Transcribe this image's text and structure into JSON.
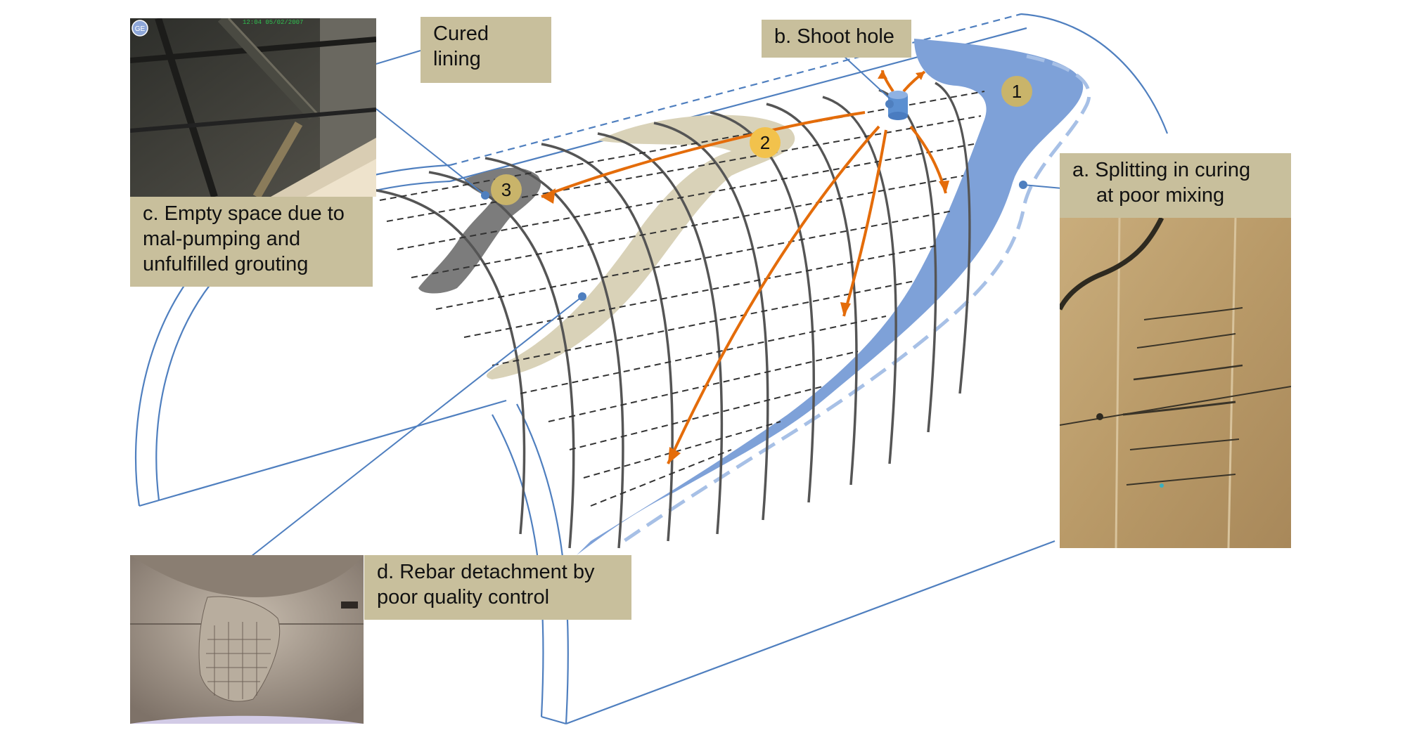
{
  "labels": {
    "cured_lining": [
      "Cured",
      "lining"
    ],
    "shoot_hole": "b. Shoot hole",
    "splitting": [
      "a. Splitting  in curing",
      "at poor mixing"
    ],
    "empty_space": [
      "c. Empty space due to",
      "mal-pumping and",
      "unfulfilled grouting"
    ],
    "rebar": [
      "d. Rebar detachment by",
      "poor quality control"
    ]
  },
  "badges": [
    "1",
    "2",
    "3"
  ],
  "photo_logo": "GE",
  "photo_timestamp": "12:04 05/02/2007",
  "colors": {
    "label_bg": "#c8bf9c",
    "grout_blue": "#7ea1d8",
    "grout_blue_light": "#a7c0e6",
    "flow_arrow": "#e46c0a",
    "rebar": "#555555",
    "outline": "#4f7fbf",
    "void_grey": "#7c7c7c",
    "void_beige": "#d9d2b8",
    "badge_gold": "#c9b46a",
    "badge_yellow": "#f2c24c"
  }
}
